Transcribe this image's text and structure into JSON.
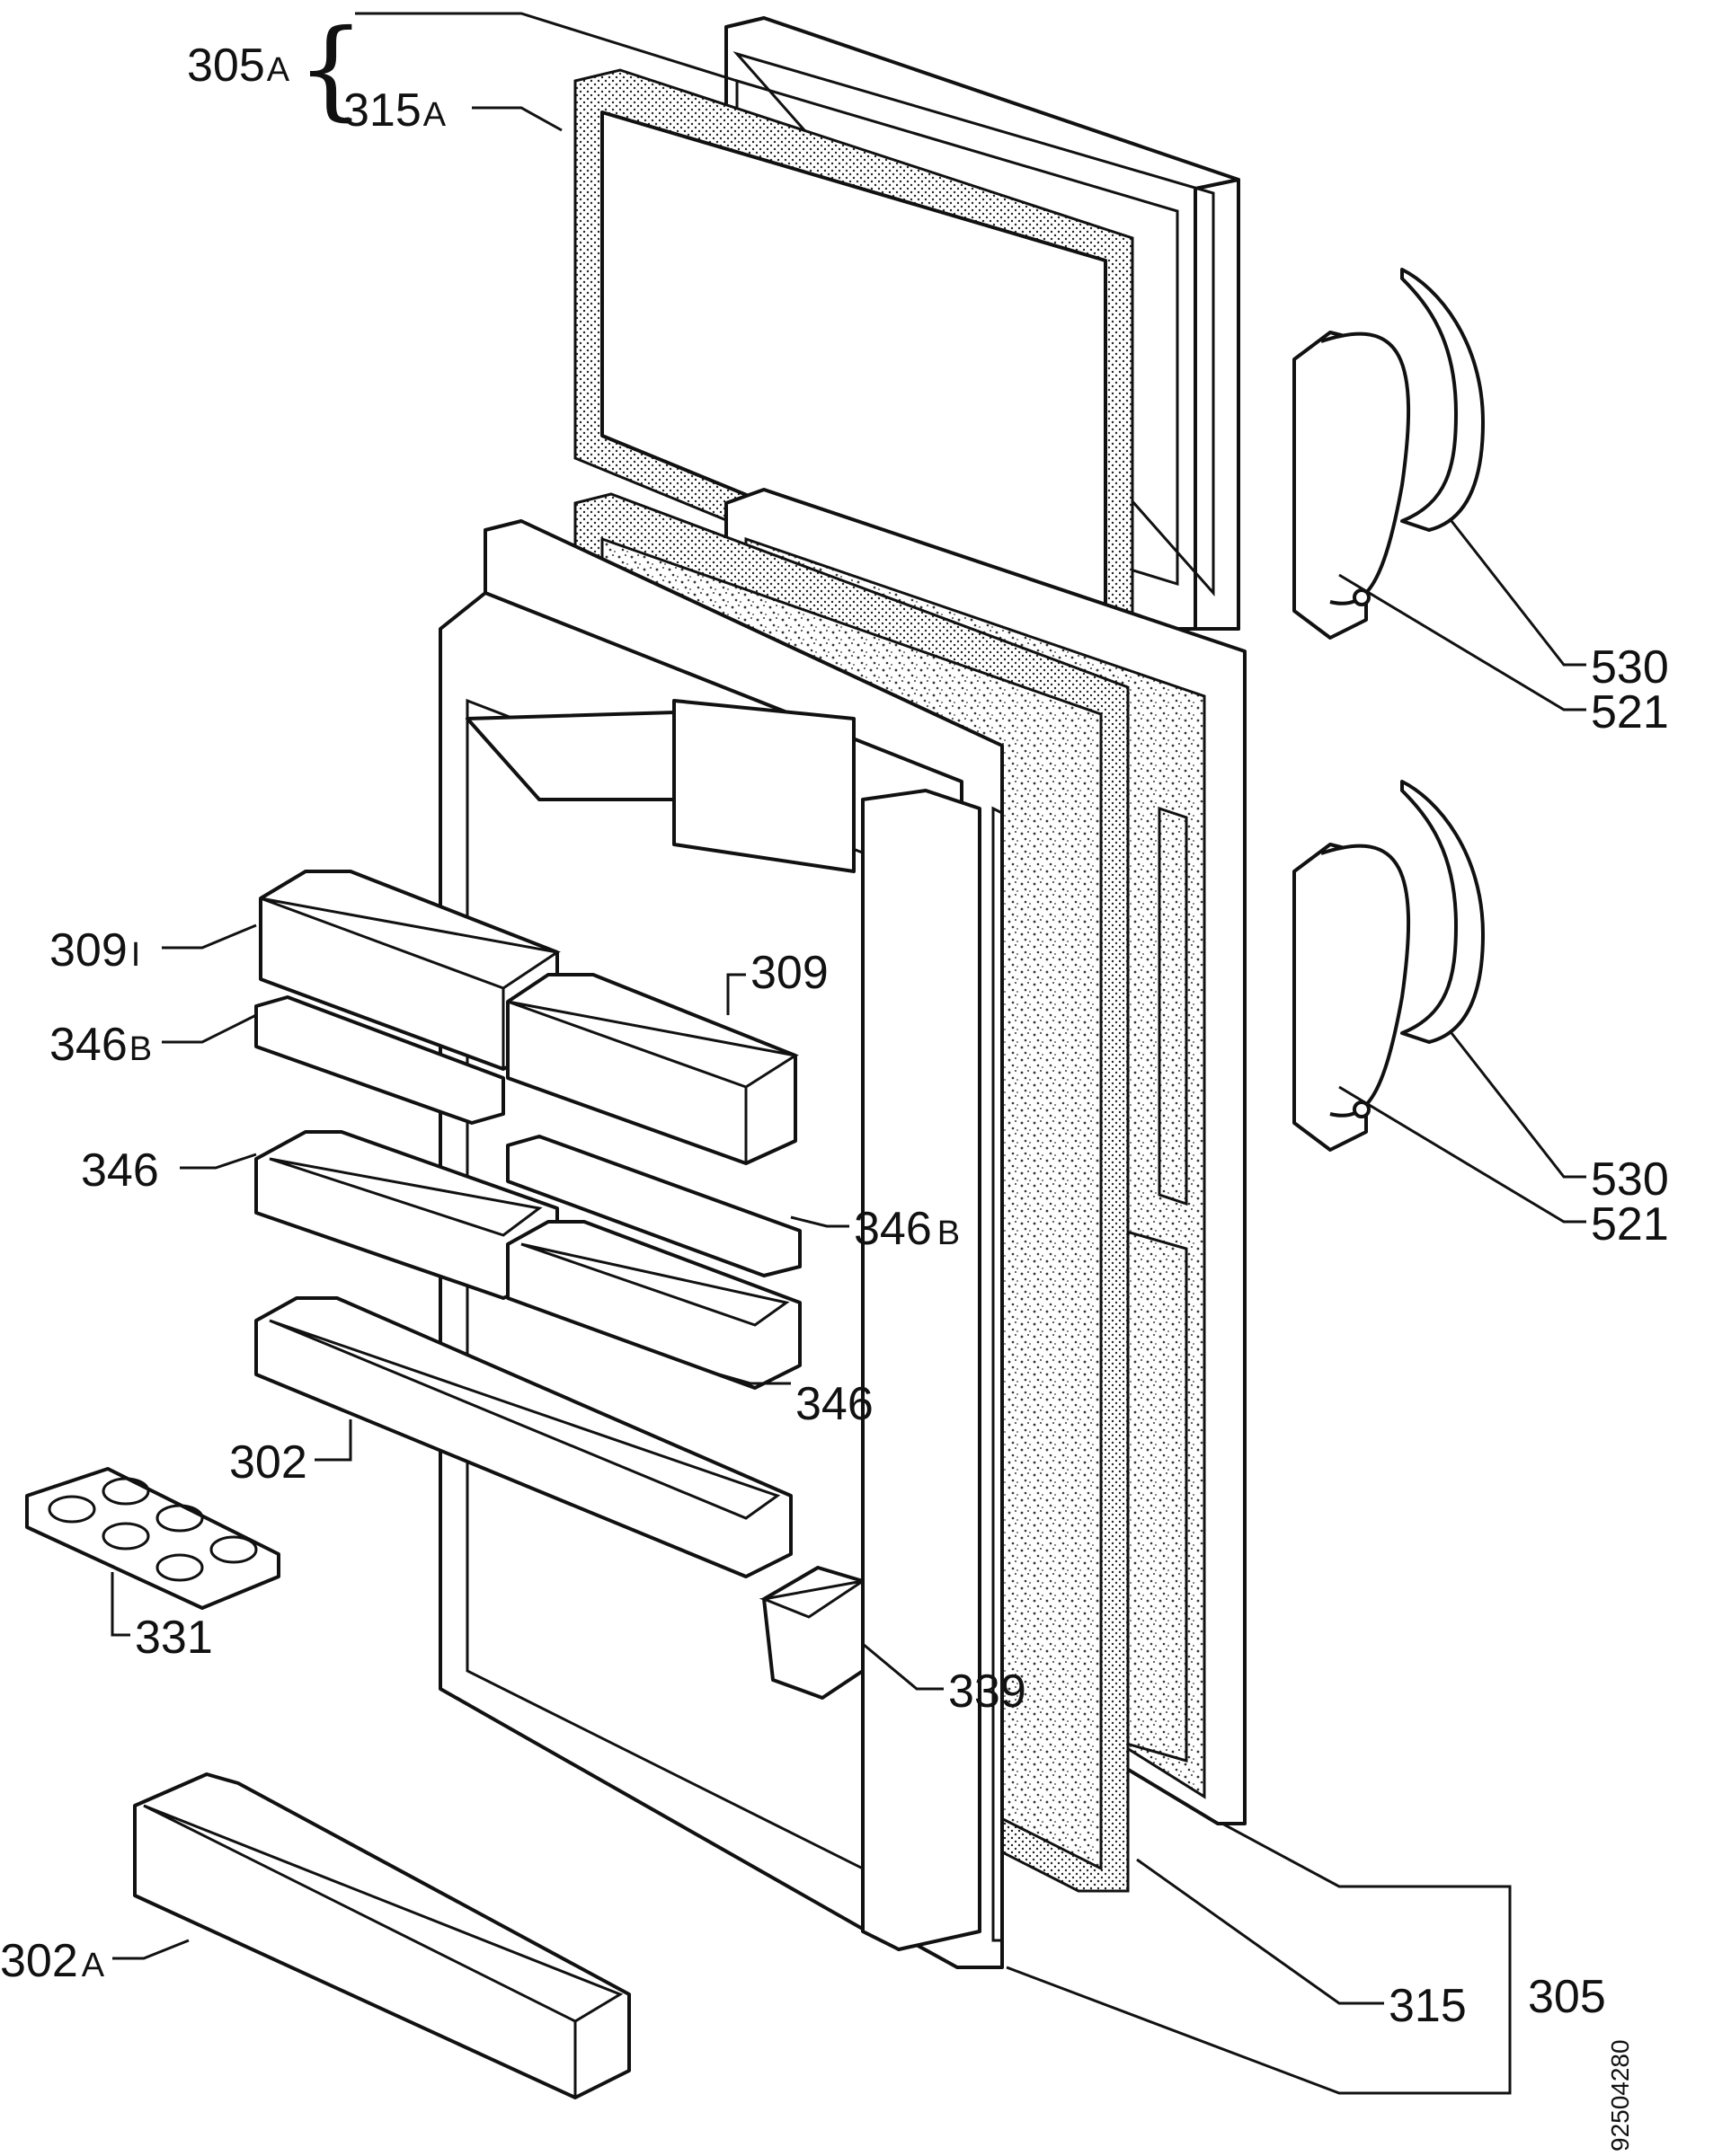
{
  "labels": {
    "l305A": {
      "num": "305",
      "sfx": "A"
    },
    "l315A": {
      "num": "315",
      "sfx": "A"
    },
    "l530a": {
      "num": "530"
    },
    "l521a": {
      "num": "521"
    },
    "l530b": {
      "num": "530"
    },
    "l521b": {
      "num": "521"
    },
    "l309I": {
      "num": "309",
      "sfx": "I"
    },
    "l309": {
      "num": "309"
    },
    "l346Ba": {
      "num": "346",
      "sfx": "B"
    },
    "l346a": {
      "num": "346"
    },
    "l346Bb": {
      "num": "346",
      "sfx": "B"
    },
    "l346b": {
      "num": "346"
    },
    "l302": {
      "num": "302"
    },
    "l331": {
      "num": "331"
    },
    "l339": {
      "num": "339"
    },
    "l302A": {
      "num": "302",
      "sfx": "A"
    },
    "l315": {
      "num": "315"
    },
    "l305": {
      "num": "305"
    }
  },
  "document_number": "92504280",
  "colors": {
    "line": "#111111",
    "background": "#ffffff"
  }
}
